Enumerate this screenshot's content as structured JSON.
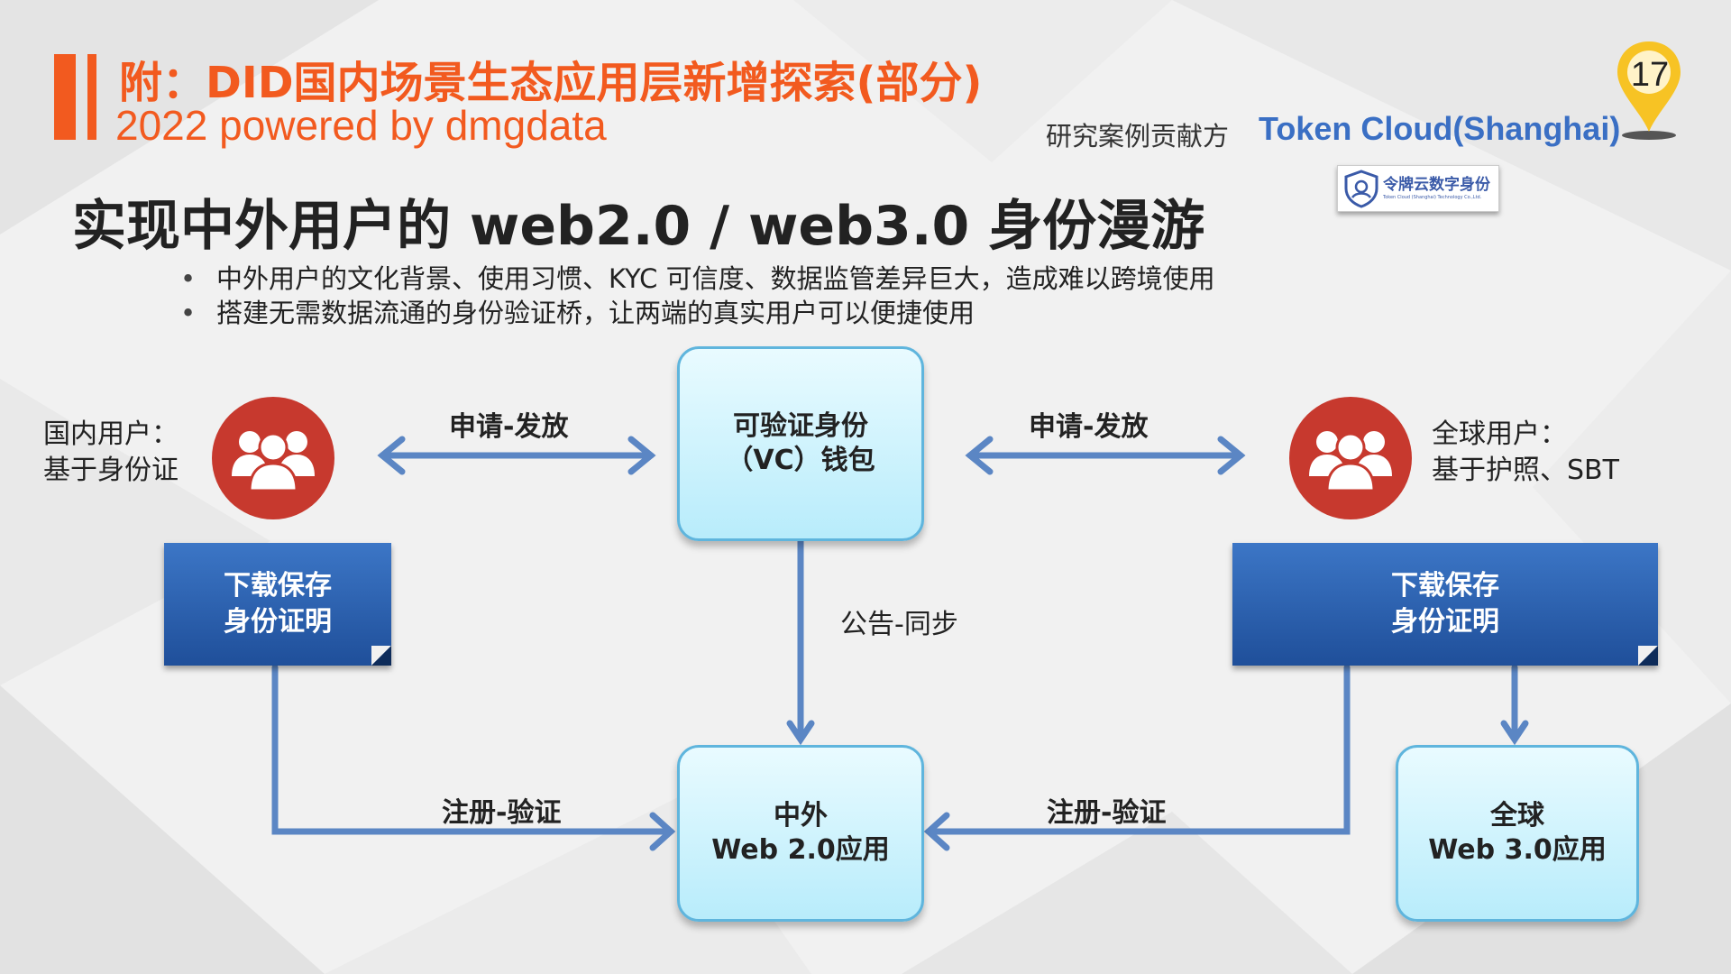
{
  "header": {
    "title": "附：DID国内场景生态应用层新增探索(部分)",
    "subtitle": "2022 powered by dmgdata",
    "contributor_label": "研究案例贡献方",
    "contributor_name": "Token Cloud(Shanghai)",
    "logo_text": "令牌云数字身份",
    "logo_subtext": "Token Cloud (Shanghai) Technology Co.,Ltd.",
    "page_number": "17",
    "accent_color": "#f25a1f",
    "pin_color": "#f7c324"
  },
  "heading": "实现中外用户的 web2.0 / web3.0 身份漫游",
  "bullets": [
    "中外用户的文化背景、使用习惯、KYC 可信度、数据监管差异巨大，造成难以跨境使用",
    "搭建无需数据流通的身份验证桥，让两端的真实用户可以便捷使用"
  ],
  "diagram": {
    "domestic_user": {
      "line1": "国内用户：",
      "line2": "基于身份证",
      "icon": "users-icon"
    },
    "global_user": {
      "line1": "全球用户：",
      "line2": "基于护照、SBT",
      "icon": "users-icon"
    },
    "vc_wallet": {
      "line1": "可验证身份",
      "line2": "（VC）钱包"
    },
    "left_download": {
      "line1": "下载保存",
      "line2": "身份证明"
    },
    "right_download": {
      "line1": "下载保存",
      "line2": "身份证明"
    },
    "web2_app": {
      "line1": "中外",
      "line2": "Web 2.0应用"
    },
    "web3_app": {
      "line1": "全球",
      "line2": "Web 3.0应用"
    },
    "edge_apply_left": "申请-发放",
    "edge_apply_right": "申请-发放",
    "edge_announce": "公告-同步",
    "edge_register_left": "注册-验证",
    "edge_register_right": "注册-验证",
    "colors": {
      "arrow": "#5b86c4",
      "user_circle": "#c7392e",
      "blue_box": "#2a5ea8",
      "light_box_border": "#5fb5dd"
    }
  }
}
